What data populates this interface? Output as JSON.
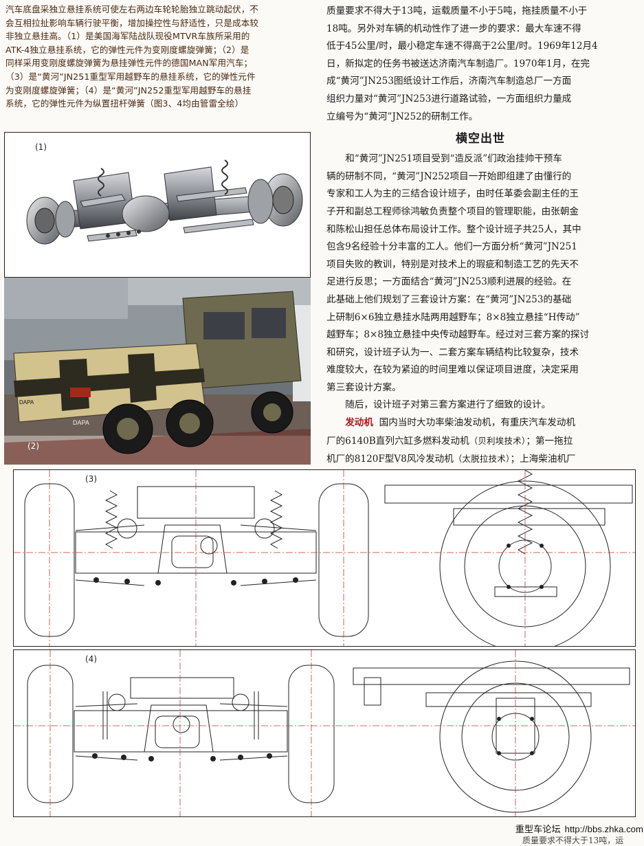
{
  "caption": {
    "lines": [
      "汽车底盘采独立悬挂系统可使左右两边车轮轮胎独立跳动起伏，不",
      "会互相拉扯影响车辆行驶平衡，增加操控性与舒适性，只是成本较",
      "非独立悬挂高。（1）是美国海军陆战队现役MTVR车族所采用的",
      "ATK-4独立悬挂系统，它的弹性元件为变刚度螺旋弹簧；（2）是",
      "同样采用变刚度螺旋弹簧为悬挂弹性元件的德国MAN军用汽车；",
      "（3）是“黄河”JN251重型军用越野车的悬挂系统，它的弹性元件",
      "为变刚度螺旋弹簧；（4）是“黄河”JN252重型军用越野车的悬挂",
      "系统，它的弹性元件为纵置扭杆弹簧（图3、4均由管雷全绘）"
    ]
  },
  "right": {
    "p1_lines": [
      "质量要求不得大于13吨，运载质量不小于5吨，拖挂质量不小于",
      "18吨。另外对车辆的机动性作了进一步的要求：最大车速不得",
      "低于45公里/时，最小稳定车速不得高于2公里/时。1969年12月4",
      "日，新拟定的任务书被送达济南汽车制造厂。1970年1月，在完",
      "成“黄河”JN253图纸设计工作后，济南汽车制造总厂一方面",
      "组织力量对“黄河”JN253进行道路试验，一方面组织力量成",
      "立编号为“黄河”JN252的研制工作。"
    ],
    "section_title": "横空出世",
    "p2_lines": [
      "和“黄河”JN251项目受到“造反派”们政治挂帅干预车",
      "辆的研制不同，“黄河”JN252项目一开始即组建了由懂行的",
      "专家和工人为主的三结合设计班子，由时任革委会副主任的王",
      "子开和副总工程师徐鸿敏负责整个项目的管理职能，由张朝金",
      "和陈松山担任总体布局设计工作。整个设计班子共25人，其中",
      "包含9名经验十分丰富的工人。他们一方面分析“黄河”JN251",
      "项目失败的教训，特别是对技术上的瑕疵和制造工艺的先天不",
      "足进行反思；一方面结合“黄河”JN253顺利进展的经验。在",
      "此基础上他们规划了三套设计方案：在“黄河”JN253的基础",
      "上研制6×6独立悬挂水陆两用越野车；8×8独立悬挂“H传动”",
      "越野车；8×8独立悬挂中央传动越野车。经过对三套方案的探讨",
      "和研究，设计班子认为一、二套方案车辆结构比较复杂，技术",
      "难度较大，在较为紧迫的时间里难以保证项目进度，决定采用",
      "第三套设计方案。"
    ],
    "p3": "随后，设计班子对第三套方案进行了细致的设计。",
    "p4_keyword": "发动机",
    "p4_line1": "国内当时大功率柴油发动机，有重庆汽车发动机",
    "p4_line2a": "厂的6140B直列六缸多燃料发动机",
    "p4_line2b": "（贝利埃技术）",
    "p4_line2c": "；第一拖拉",
    "p4_line3a": "机厂的8120F型V8风冷发动机",
    "p4_line3b": "（太脱拉技术）",
    "p4_line3c": "；上海柴油机厂"
  },
  "figures": {
    "fig1_label": "(1)",
    "fig2_label": "(2)",
    "fig3_label": "(3)",
    "fig4_label": "(4)",
    "truck_plate": "DAPA",
    "truck_plate2": "DAPA"
  },
  "footer": {
    "site": "重型车论坛",
    "url": "http://bbs.zhka.com",
    "cut_text": "质量要求不得大于13吨，运"
  },
  "colors": {
    "caption_text": "#4a2a14",
    "keyword_red": "#b0161a",
    "drawing_line": "#222222",
    "drawing_centerline": "#c0392b"
  }
}
